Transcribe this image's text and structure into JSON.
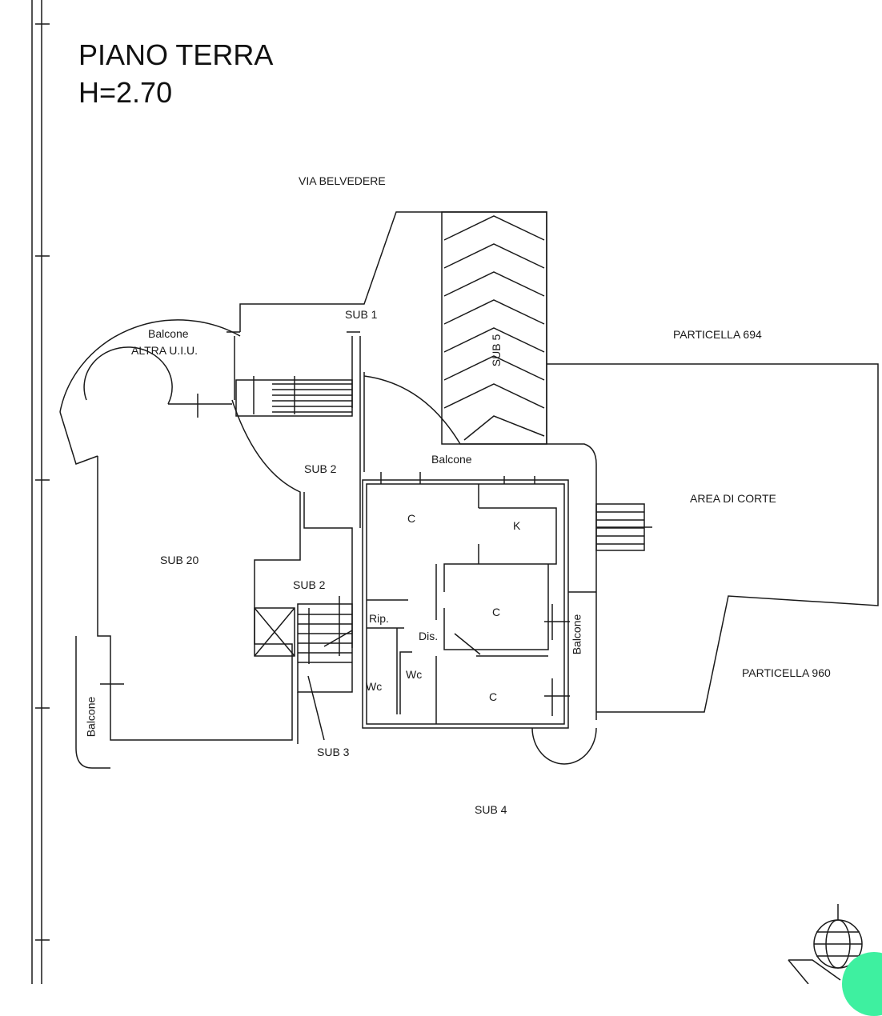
{
  "title": {
    "floor": "PIANO TERRA",
    "height": "H=2.70"
  },
  "labels": {
    "street": "VIA BELVEDERE",
    "sub1": "SUB 1",
    "sub5": "SUB 5",
    "particella694": "PARTICELLA 694",
    "balcone_altra_1": "Balcone",
    "balcone_altra_2": "ALTRA U.I.U.",
    "sub2_top": "SUB 2",
    "sub2_mid": "SUB 2",
    "sub20": "SUB 20",
    "balcone_top": "Balcone",
    "area_corte": "AREA DI CORTE",
    "room_c1": "C",
    "room_k": "K",
    "room_c2": "C",
    "room_c3": "C",
    "rip": "Rip.",
    "dis": "Dis.",
    "wc1": "Wc",
    "wc2": "Wc",
    "balcone_right": "Balcone",
    "balcone_left": "Balcone",
    "particella960": "PARTICELLA 960",
    "sub3": "SUB 3",
    "sub4": "SUB 4"
  },
  "colors": {
    "line": "#1a1a1a",
    "accent": "#3ef0a0"
  }
}
